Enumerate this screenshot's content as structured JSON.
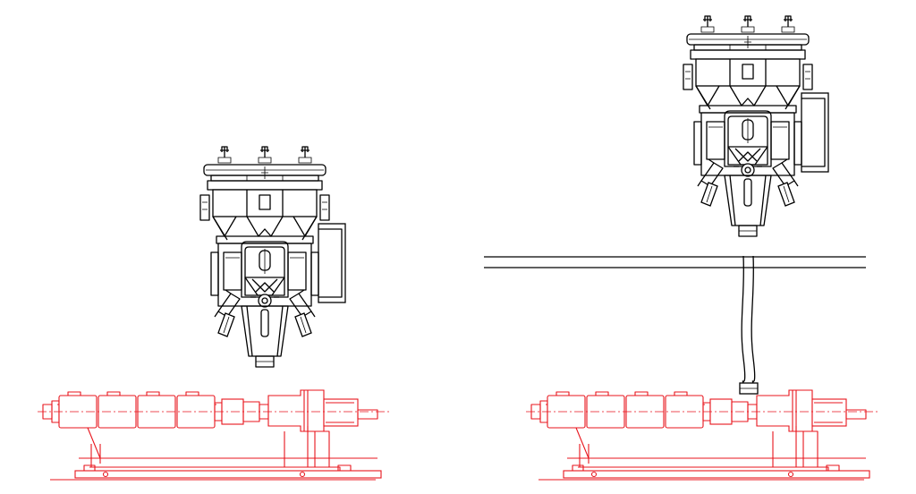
{
  "colors": {
    "background": "#ffffff",
    "line_drawing": "#000000",
    "extruder_drawing": "#e8141c"
  },
  "views": [
    {
      "name": "doser-mounted-on-extruder",
      "assemblies": [
        "gravimetric-doser",
        "extruder"
      ]
    },
    {
      "name": "doser-on-mezzanine-with-hose",
      "assemblies": [
        "gravimetric-doser",
        "mezzanine-floor",
        "feed-hose",
        "extruder"
      ]
    }
  ]
}
